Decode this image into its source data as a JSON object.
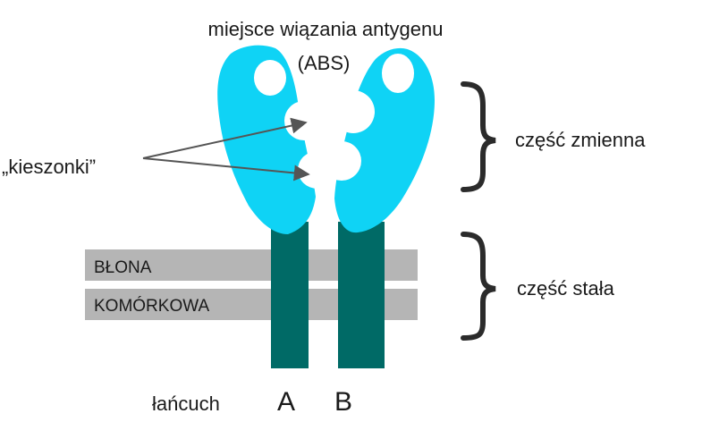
{
  "labels": {
    "abs_line1": "miejsce wiązania antygenu",
    "abs_line2": "(ABS)",
    "pockets": "„kieszonki”",
    "variable_part": "część zmienna",
    "constant_part": "część stała",
    "membrane_line1": "BŁONA",
    "membrane_line2": "KOMÓRKOWA",
    "chain": "łańcuch",
    "chain_a": "A",
    "chain_b": "B"
  },
  "colors": {
    "variable_region": "#0fd3f5",
    "constant_region": "#006a66",
    "membrane": "#b5b5b5",
    "brace": "#2b2b2b",
    "arrow": "#555555",
    "text": "#1a1a1a"
  }
}
